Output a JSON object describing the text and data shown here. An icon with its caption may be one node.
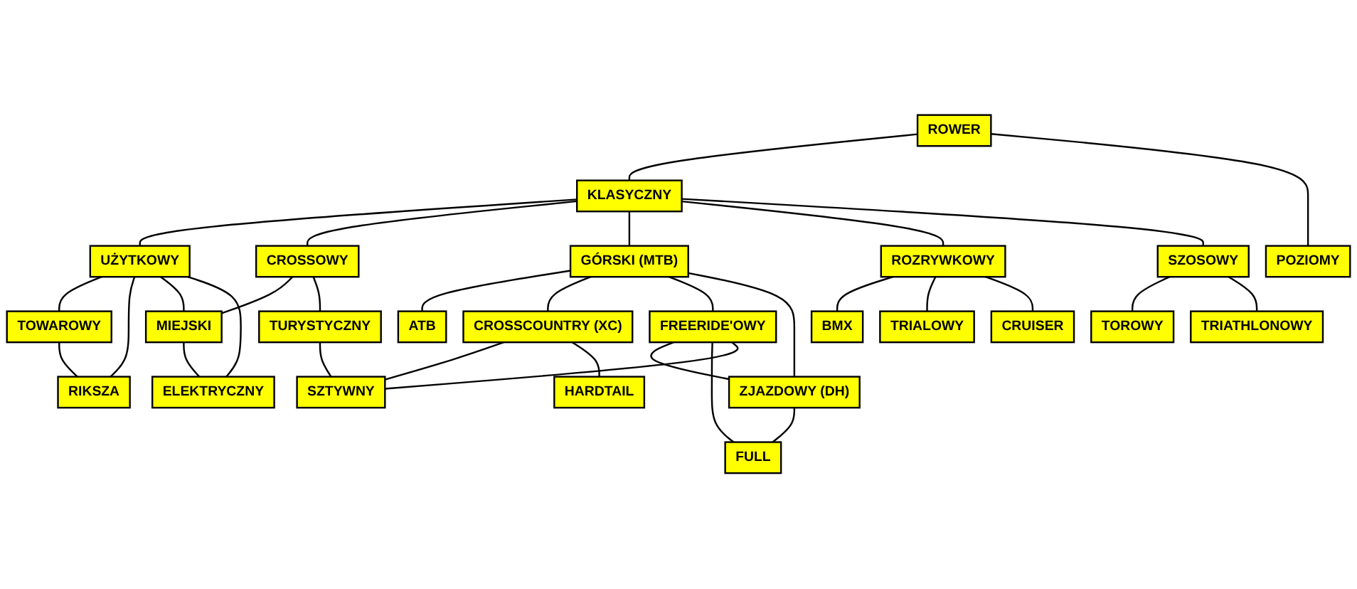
{
  "diagram": {
    "nodes": [
      {
        "text": [
          "ROWER"
        ]
      },
      {
        "text": [
          "KLASYCZNY"
        ]
      },
      {
        "text": [
          "POZIOMY"
        ]
      },
      {
        "text": [
          "UŻYTKOWY"
        ]
      },
      {
        "text": [
          "CROSSOWY"
        ]
      },
      {
        "text": [
          "GÓRSKI (MTB)"
        ]
      },
      {
        "text": [
          "ATB"
        ]
      },
      {
        "text": [
          "ROZRYWKOWY"
        ]
      },
      {
        "text": [
          "SZOSOWY"
        ]
      },
      {
        "text": [
          "TOWAROWY"
        ]
      },
      {
        "text": [
          "RIKSZA"
        ]
      },
      {
        "text": [
          "MIEJSKI"
        ]
      },
      {
        "text": [
          "TURYSTYCZNY"
        ]
      },
      {
        "text": [
          "FREERIDE'OWY"
        ]
      },
      {
        "text": [
          "ELEKTRYCZNY"
        ]
      },
      {
        "text": [
          "CROSSCOUNTRY (XC)"
        ]
      },
      {
        "text": [
          "ZJAZDOWY (DH)"
        ]
      },
      {
        "text": [
          "TRIALOWY"
        ]
      },
      {
        "text": [
          "TOROWY"
        ]
      },
      {
        "text": [
          "SZTYWNY"
        ]
      },
      {
        "text": [
          "FULL"
        ]
      },
      {
        "text": [
          "BMX"
        ]
      },
      {
        "text": [
          "CRUISER"
        ]
      },
      {
        "text": [
          "TRIATHLONOWY"
        ]
      },
      {
        "text": [
          "HARDTAIL"
        ]
      }
    ],
    "edges": [
      {
        "from": 0,
        "to": 1,
        "arrow": "none"
      },
      {
        "from": 0,
        "to": 2,
        "arrow": "none"
      },
      {
        "from": 1,
        "to": 3,
        "arrow": "none"
      },
      {
        "from": 1,
        "to": 4,
        "arrow": "none"
      },
      {
        "from": 1,
        "to": 5,
        "arrow": "none"
      },
      {
        "from": 1,
        "to": 7,
        "arrow": "none"
      },
      {
        "from": 1,
        "to": 8,
        "arrow": "none"
      },
      {
        "from": 5,
        "to": 6,
        "arrow": "none"
      },
      {
        "from": 3,
        "to": 9,
        "arrow": "none"
      },
      {
        "from": 9,
        "to": 10,
        "arrow": "none"
      },
      {
        "from": 3,
        "to": 10,
        "arrow": "none"
      },
      {
        "from": 3,
        "to": 11,
        "arrow": "none"
      },
      {
        "from": 3,
        "to": 14,
        "arrow": "none"
      },
      {
        "from": 4,
        "to": 11,
        "arrow": "none"
      },
      {
        "from": 4,
        "to": 12,
        "arrow": "none"
      },
      {
        "from": 11,
        "to": 14,
        "arrow": "none"
      },
      {
        "from": 12,
        "to": 19,
        "arrow": "none"
      },
      {
        "from": 5,
        "to": 15,
        "arrow": "none"
      },
      {
        "from": 5,
        "to": 13,
        "arrow": "none"
      },
      {
        "from": 5,
        "to": 16,
        "arrow": "none"
      },
      {
        "from": 13,
        "to": 16,
        "arrow": "none"
      },
      {
        "from": 13,
        "to": 20,
        "arrow": "none"
      },
      {
        "from": 13,
        "to": 19,
        "arrow": "none"
      },
      {
        "from": 15,
        "to": 19,
        "arrow": "none"
      },
      {
        "from": 15,
        "to": 24,
        "arrow": "none"
      },
      {
        "from": 16,
        "to": 20,
        "arrow": "none"
      },
      {
        "from": 7,
        "to": 21,
        "arrow": "none"
      },
      {
        "from": 7,
        "to": 17,
        "arrow": "none"
      },
      {
        "from": 7,
        "to": 22,
        "arrow": "none"
      },
      {
        "from": 8,
        "to": 18,
        "arrow": "none"
      },
      {
        "from": 8,
        "to": 23,
        "arrow": "none"
      }
    ]
  }
}
